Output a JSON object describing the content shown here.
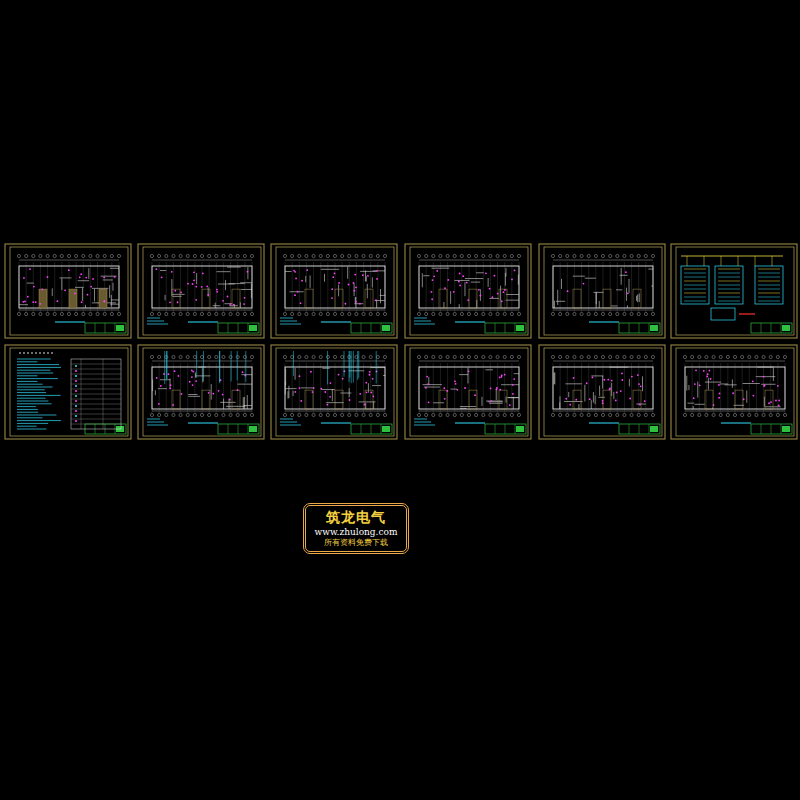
{
  "diagram": {
    "nodes": [
      {
        "text": [
          "筑龙电气",
          "www.zhulong.com",
          "所有资料免费下载"
        ]
      }
    ]
  }
}
